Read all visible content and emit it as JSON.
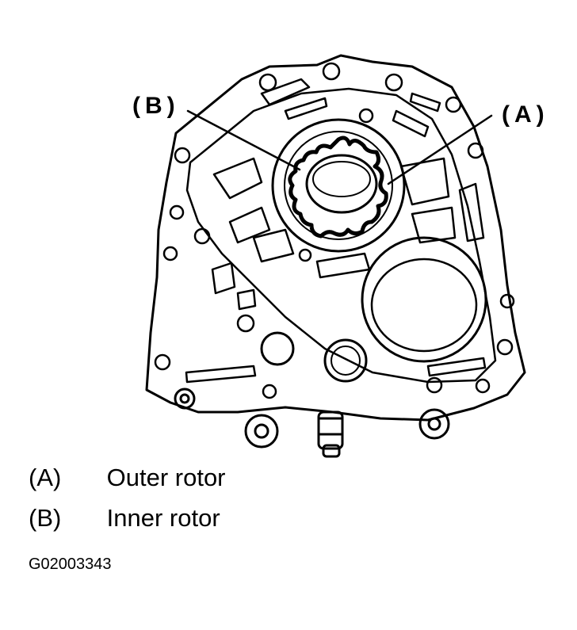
{
  "callouts": {
    "a": "(A)",
    "b": "(B)"
  },
  "legend": [
    {
      "key": "(A)",
      "label": "Outer rotor"
    },
    {
      "key": "(B)",
      "label": "Inner rotor"
    }
  ],
  "figure_id": "G02003343",
  "colors": {
    "ink": "#000000",
    "paper": "#ffffff"
  }
}
